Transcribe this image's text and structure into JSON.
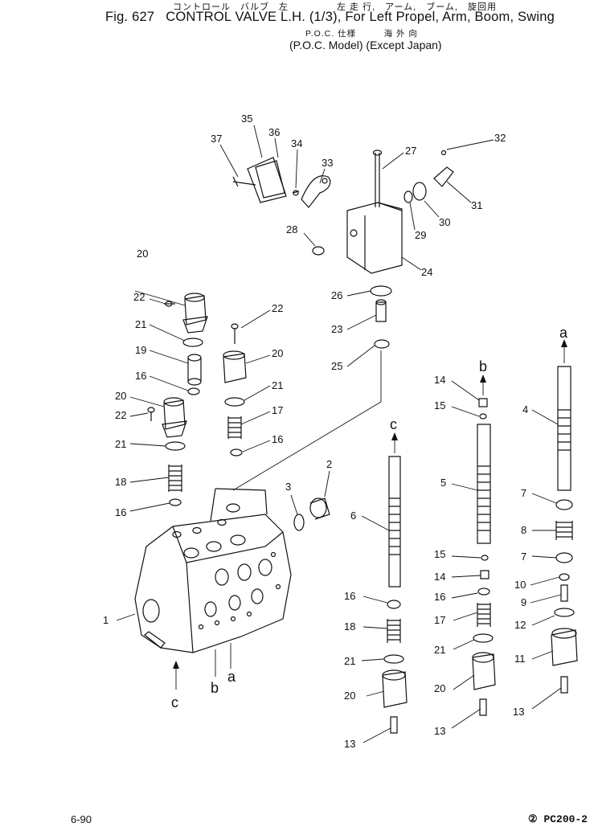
{
  "header": {
    "jp_line1": "コントロール　バルブ　左　　　　　左 走 行,　アーム,　ブーム,　旋回用",
    "fig_no": "Fig. 627",
    "title": "CONTROL VALVE L.H. (1/3), For Left Propel, Arm, Boom, Swing",
    "jp_line2": "P.O.C. 仕様　　　海 外 向",
    "subtitle": "(P.O.C. Model) (Except Japan)"
  },
  "labels": {
    "l1": "1",
    "l2": "2",
    "l3": "3",
    "l4": "4",
    "l5": "5",
    "l6": "6",
    "l7a": "7",
    "l7b": "7",
    "l8": "8",
    "l9": "9",
    "l10": "10",
    "l11": "11",
    "l12": "12",
    "l13a": "13",
    "l13b": "13",
    "l13c": "13",
    "l14a": "14",
    "l14b": "14",
    "l15a": "15",
    "l15b": "15",
    "l16a": "16",
    "l16b": "16",
    "l16c": "16",
    "l16d": "16",
    "l16e": "16",
    "l17a": "17",
    "l17b": "17",
    "l18a": "18",
    "l18b": "18",
    "l19": "19",
    "l20a": "20",
    "l20b": "20",
    "l20c": "20",
    "l20d": "20",
    "l20e": "20",
    "l21a": "21",
    "l21b": "21",
    "l21c": "21",
    "l21d": "21",
    "l21e": "21",
    "l22a": "22",
    "l22b": "22",
    "l22c": "22",
    "l23": "23",
    "l24": "24",
    "l25": "25",
    "l26": "26",
    "l27": "27",
    "l28": "28",
    "l29": "29",
    "l30": "30",
    "l31": "31",
    "l32": "32",
    "l33": "33",
    "l34": "34",
    "l35": "35",
    "l36": "36",
    "l37": "37"
  },
  "port_letters": {
    "a_top": "a",
    "b_top": "b",
    "c_top": "c",
    "a_bot": "a",
    "b_bot": "b",
    "c_bot": "c"
  },
  "footer": {
    "page": "6-90",
    "model": "② PC200-2"
  }
}
